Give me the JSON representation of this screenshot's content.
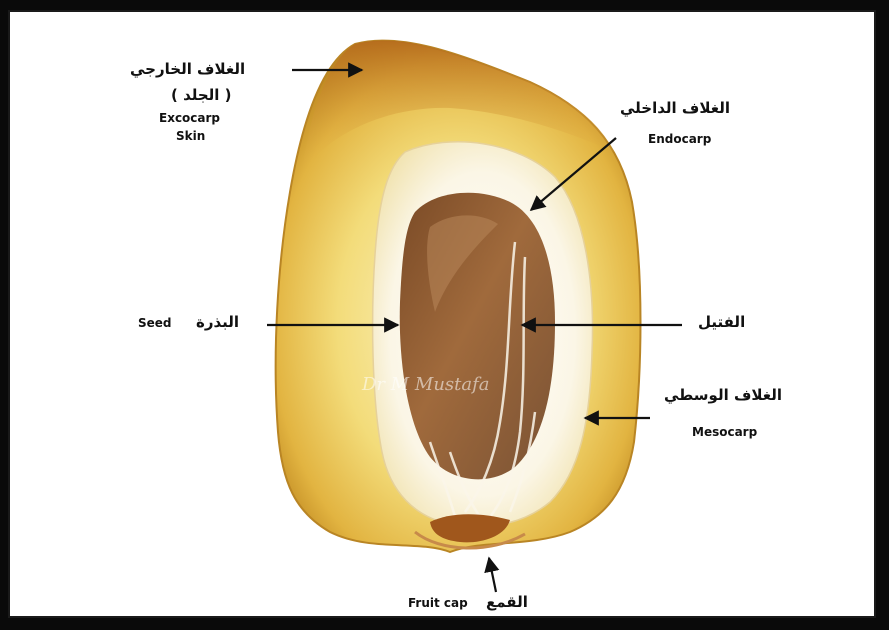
{
  "labels": {
    "exocarp_ar": "الغلاف الخارجي",
    "exocarp_ar2": "( الجلد )",
    "exocarp_en": "Excocarp",
    "exocarp_en2": "Skin",
    "endocarp_ar": "الغلاف الداخلي",
    "endocarp_en": "Endocarp",
    "seed_en": "Seed",
    "seed_ar": "البذرة",
    "fatil_ar": "الفتيل",
    "mesocarp_ar": "الغلاف الوسطي",
    "mesocarp_en": "Mesocarp",
    "fruitcap_en": "Fruit cap",
    "fruitcap_ar": "القمع"
  },
  "watermark": "Dr M Mustafa",
  "colors": {
    "background": "#ffffff",
    "frame": "#0a0a0a",
    "flesh": "#f0d56a",
    "skin_brown": "#a8641e",
    "seed": "#8a5a30",
    "arrows": "#111111"
  }
}
